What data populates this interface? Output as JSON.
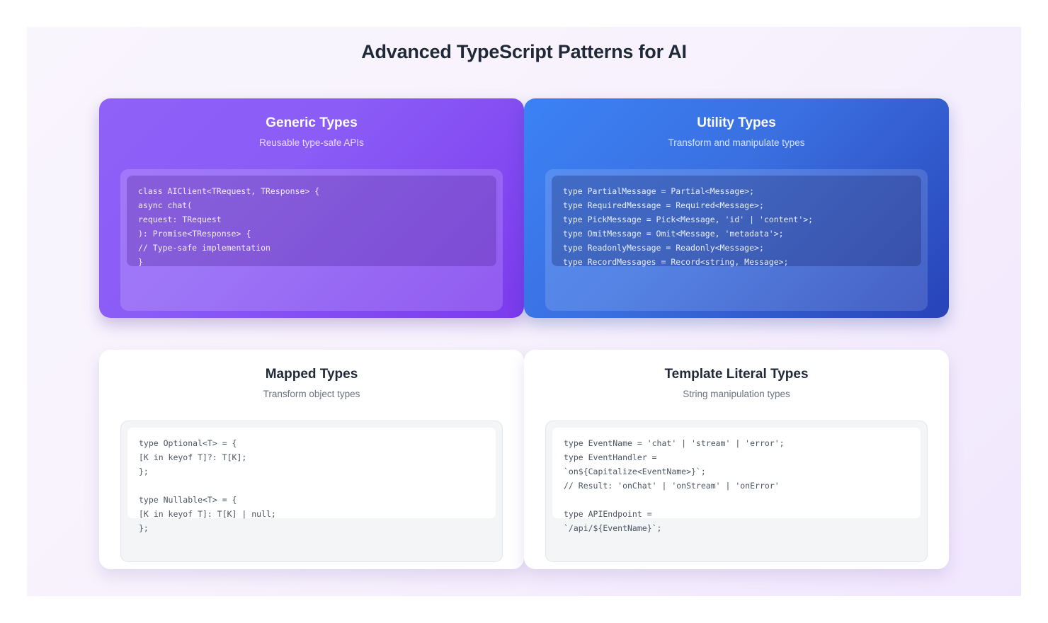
{
  "page": {
    "title": "Advanced TypeScript Patterns for AI",
    "background_accent": "#f3eafd"
  },
  "cards": [
    {
      "id": "generic-types",
      "title": "Generic Types",
      "subtitle": "Reusable type-safe APIs",
      "theme": "purple-gradient",
      "gradient_from": "#9061f9",
      "gradient_to": "#7c3aed",
      "code": "class AIClient<TRequest, TResponse> {\nasync chat(\nrequest: TRequest\n): Promise<TResponse> {\n// Type-safe implementation\n}"
    },
    {
      "id": "utility-types",
      "title": "Utility Types",
      "subtitle": "Transform and manipulate types",
      "theme": "blue-gradient",
      "gradient_from": "#3b82f6",
      "gradient_to": "#2743b8",
      "code": "type PartialMessage = Partial<Message>;\ntype RequiredMessage = Required<Message>;\ntype PickMessage = Pick<Message, 'id' | 'content'>;\ntype OmitMessage = Omit<Message, 'metadata'>;\ntype ReadonlyMessage = Readonly<Message>;\ntype RecordMessages = Record<string, Message>;"
    },
    {
      "id": "mapped-types",
      "title": "Mapped Types",
      "subtitle": "Transform object types",
      "theme": "light",
      "gradient_from": "#ffffff",
      "gradient_to": "#ffffff",
      "code": "type Optional<T> = {\n[K in keyof T]?: T[K];\n};\n\ntype Nullable<T> = {\n[K in keyof T]: T[K] | null;\n};"
    },
    {
      "id": "template-literal-types",
      "title": "Template Literal Types",
      "subtitle": "String manipulation types",
      "theme": "light",
      "gradient_from": "#ffffff",
      "gradient_to": "#ffffff",
      "code": "type EventName = 'chat' | 'stream' | 'error';\ntype EventHandler =\n`on${Capitalize<EventName>}`;\n// Result: 'onChat' | 'onStream' | 'onError'\n\ntype APIEndpoint =\n`/api/${EventName}`;"
    }
  ]
}
